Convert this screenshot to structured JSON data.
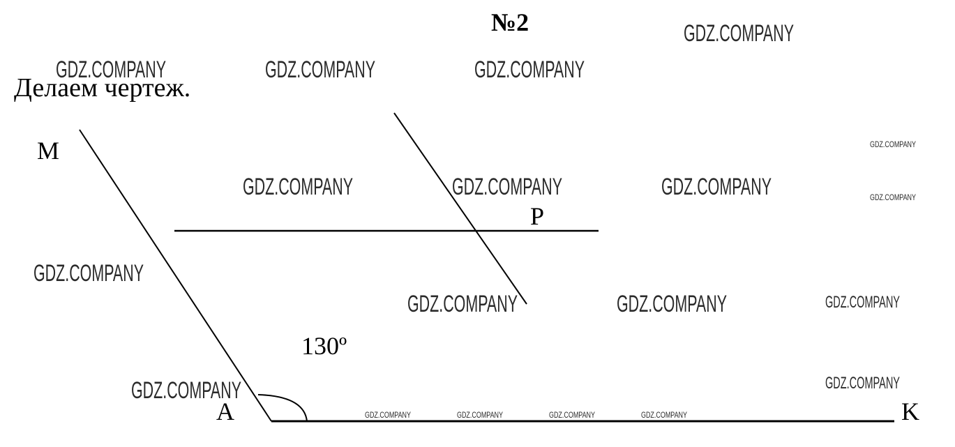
{
  "title": "№2",
  "caption": "Делаем чертеж.",
  "points": {
    "M": "M",
    "P": "P",
    "A": "A",
    "K": "K"
  },
  "angle": {
    "label": "130º",
    "vertex": "A",
    "value_deg": 130
  },
  "watermark": "GDZ.COMPANY",
  "colors": {
    "ink": "#000000",
    "watermark": "#2a2a2a",
    "background": "#ffffff"
  }
}
